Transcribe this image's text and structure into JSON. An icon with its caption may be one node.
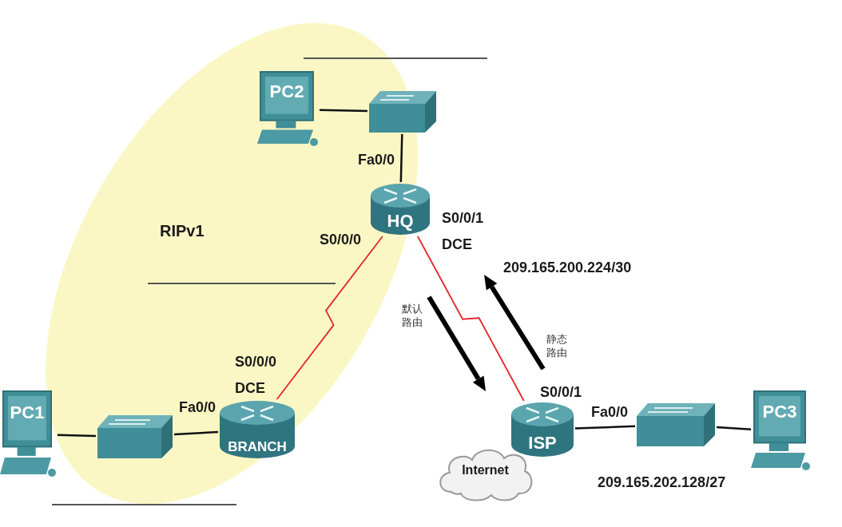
{
  "diagram": {
    "nodes": [
      {
        "text": [
          "PC2"
        ]
      },
      {
        "text": [],
        "shape": "box"
      },
      {
        "text": [
          "HQ"
        ]
      },
      {
        "text": [
          "PC1"
        ]
      },
      {
        "text": [],
        "shape": "box"
      },
      {
        "text": [
          "BRANCH"
        ]
      },
      {
        "text": [
          "ISP"
        ]
      },
      {
        "text": [
          "Internet"
        ]
      },
      {
        "text": [],
        "shape": "box"
      },
      {
        "text": [
          "PC3"
        ]
      }
    ],
    "edges": [
      {
        "from": 0,
        "to": 1,
        "arrow": "none"
      },
      {
        "from": 1,
        "to": 2,
        "arrow": "none"
      },
      {
        "from": 2,
        "to": 5,
        "arrow": "none",
        "color": "#e3262b"
      },
      {
        "from": 2,
        "to": 6,
        "arrow": "none",
        "color": "#e3262b"
      },
      {
        "from": 3,
        "to": 4,
        "arrow": "none"
      },
      {
        "from": 4,
        "to": 5,
        "arrow": "none"
      },
      {
        "from": 6,
        "to": 8,
        "arrow": "none"
      },
      {
        "from": 8,
        "to": 9,
        "arrow": "none"
      }
    ],
    "labels": [
      "Fa0/0",
      "RIPv1",
      "S0/0/0",
      "S0/0/1",
      "DCE",
      "209.165.200.224/30",
      "默认路由",
      "S0/0/0",
      "DCE",
      "静态路由",
      "S0/0/1",
      "Fa0/0",
      "Fa0/0",
      "209.165.202.128/27"
    ]
  }
}
